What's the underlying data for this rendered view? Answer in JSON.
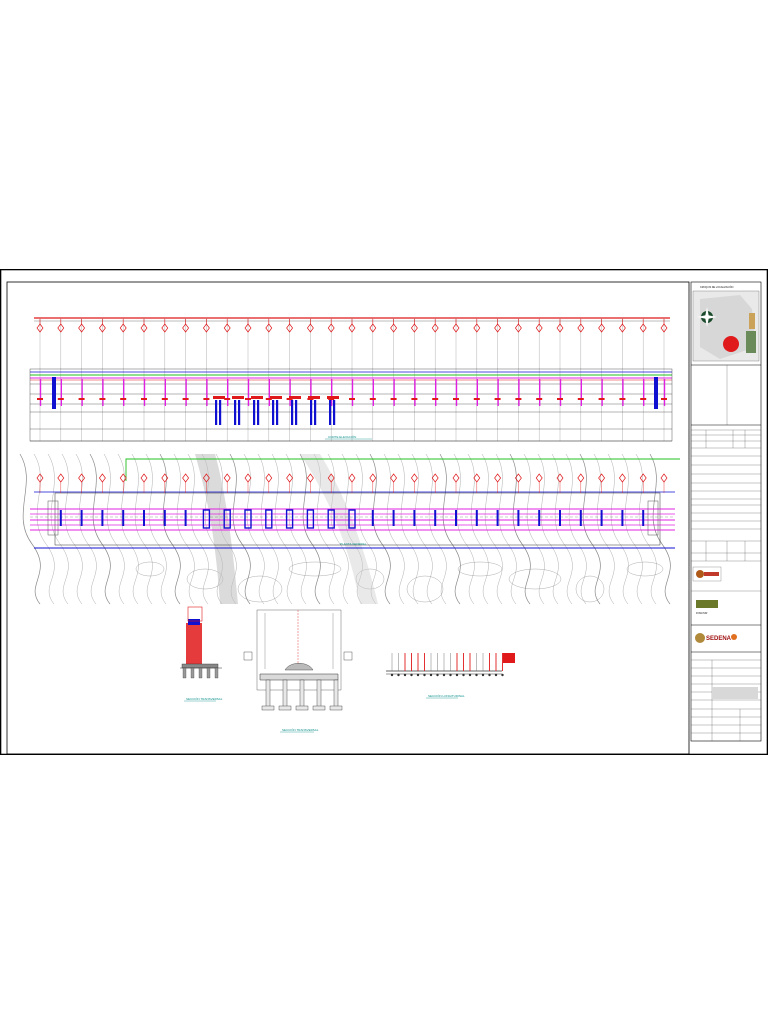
{
  "sheet": {
    "views": {
      "elevation_title": "CORTE ELEVACIÓN",
      "plan_title": "PLANTA GENERAL",
      "cross_section_1": "SECCIÓN TRANSVERSAL",
      "cross_section_2": "SECCIÓN TRANSVERSAL",
      "long_section": "SECCIÓN LONGITUDINAL"
    },
    "title_block": {
      "location_header": "CROQUIS DE LOCALIZACIÓN",
      "logo_1": "SEDENA",
      "logo_2": "FONATUR"
    },
    "colors": {
      "pier_red": "#e0191b",
      "deck_magenta": "#e020e0",
      "pile_blue": "#1010d0",
      "ground_green": "#20c020",
      "contour_gray": "#8a8a8a",
      "dim_teal": "#0a8f8a"
    }
  }
}
